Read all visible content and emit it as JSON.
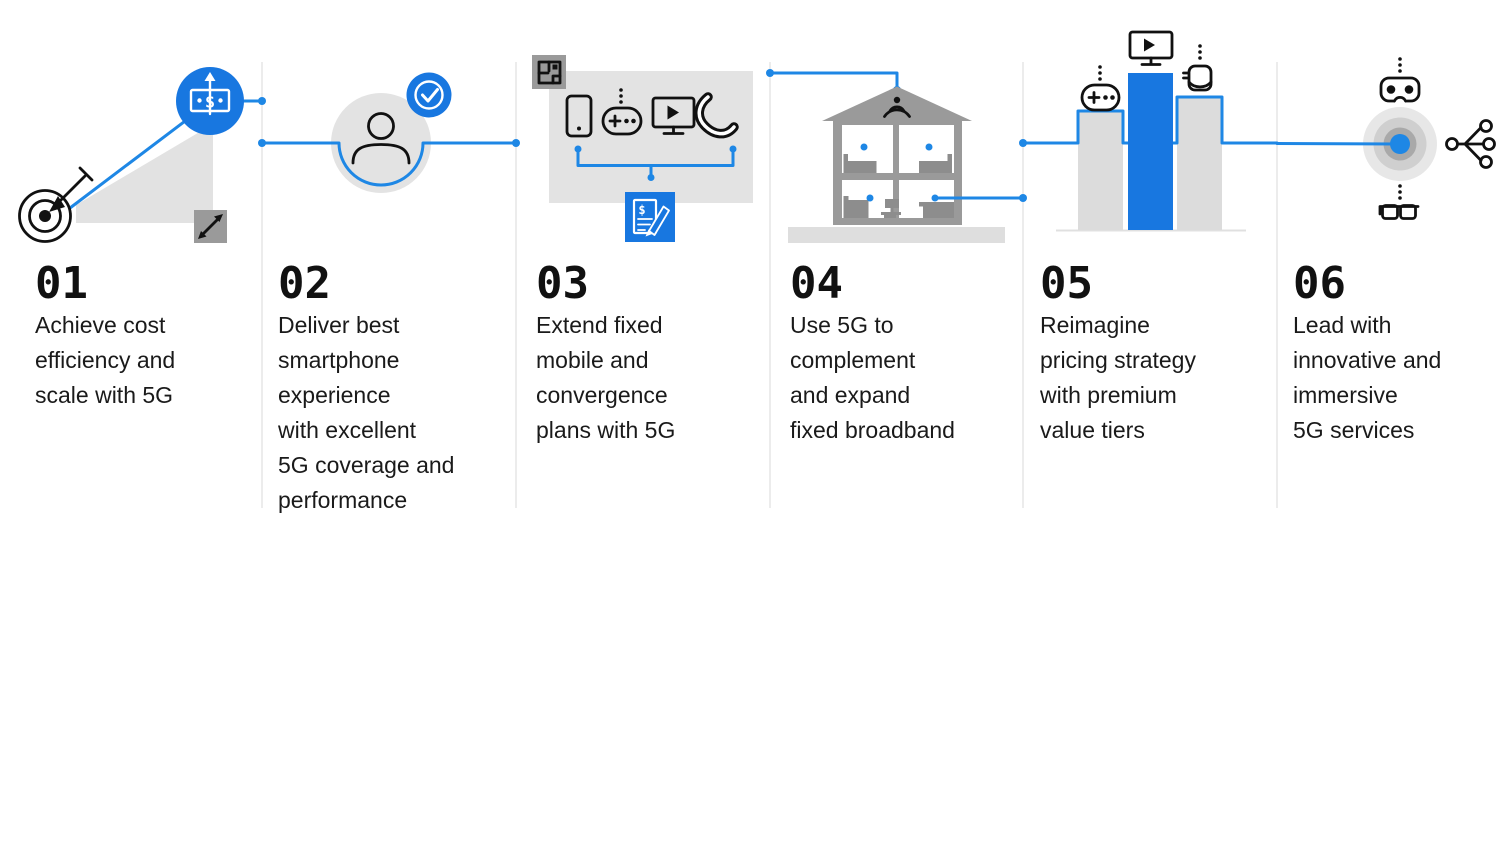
{
  "colors": {
    "accent_blue": "#1877E0",
    "line_blue": "#1E87E5",
    "light_gray": "#E2E2E2",
    "badge_gray": "#9A9A9A",
    "furniture_gray": "#8D8D8D",
    "bar_gray": "#DCDCDC",
    "divider": "#ECECEC",
    "text": "#1A1A1A"
  },
  "glyphs": {
    "dollar": "$"
  },
  "steps": [
    {
      "number": "01",
      "text": "Achieve cost\nefficiency and\nscale with 5G",
      "icons": [
        "dartboard-arrow-icon",
        "money-growth-icon",
        "expand-arrows-icon"
      ]
    },
    {
      "number": "02",
      "text": "Deliver best\nsmartphone\nexperience\nwith excellent\n5G coverage and\nperformance",
      "icons": [
        "user-icon",
        "check-badge-icon"
      ]
    },
    {
      "number": "03",
      "text": "Extend fixed\nmobile and\nconvergence\nplans with 5G",
      "icons": [
        "floorplan-icon",
        "smartphone-icon",
        "game-controller-icon",
        "tv-play-icon",
        "phone-handset-icon",
        "bill-signing-icon"
      ]
    },
    {
      "number": "04",
      "text": "Use 5G to\ncomplement\nand expand\nfixed broadband",
      "icons": [
        "house-cross-section-icon",
        "wifi-signal-icon"
      ]
    },
    {
      "number": "05",
      "text": "Reimagine\npricing strategy\nwith premium\nvalue tiers",
      "icons": [
        "game-controller-icon",
        "tv-play-icon",
        "vr-headset-side-icon",
        "tier-bars-icon"
      ]
    },
    {
      "number": "06",
      "text": "Lead with\ninnovative and\nimmersive\n5G services",
      "icons": [
        "vr-headset-icon",
        "ar-glasses-icon",
        "target-rings-icon",
        "network-share-icon"
      ]
    }
  ]
}
